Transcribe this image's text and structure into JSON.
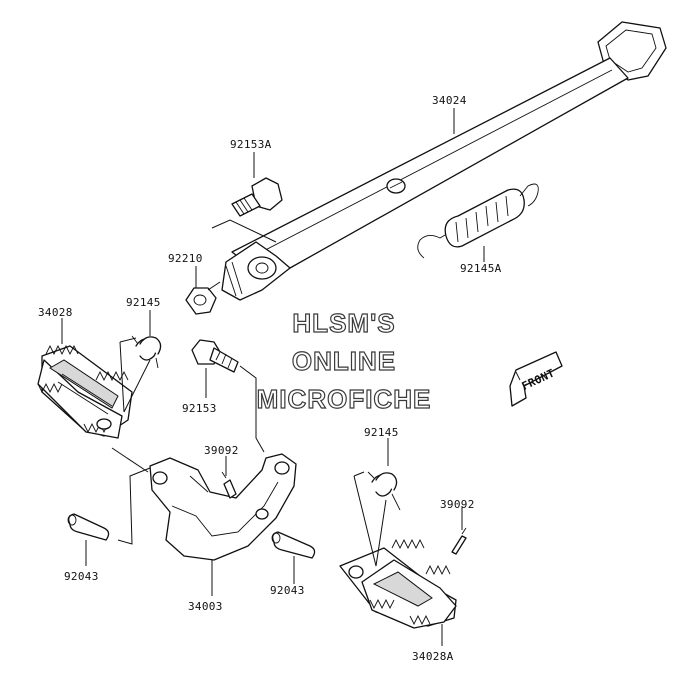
{
  "labels": {
    "p34024": "34024",
    "p92153A": "92153A",
    "p92210": "92210",
    "p92145A": "92145A",
    "p34028": "34028",
    "p92145_left": "92145",
    "p92153": "92153",
    "p39092_left": "39092",
    "p92043_left": "92043",
    "p34003": "34003",
    "p92145_right": "92145",
    "p39092_right": "39092",
    "p92043_right": "92043",
    "p34028A": "34028A"
  },
  "watermark": {
    "line1": "HLSM'S",
    "line2": "ONLINE",
    "line3": "MICROFICHE"
  },
  "front_arrow": {
    "label": "FRONT"
  }
}
